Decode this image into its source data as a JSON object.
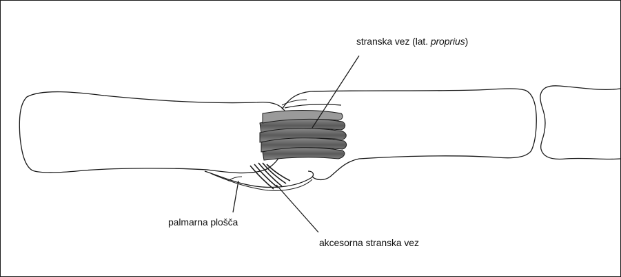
{
  "labels": {
    "collateral": {
      "prefix": "stranska vez (lat. ",
      "italic": "proprius",
      "suffix": ")"
    },
    "palmar_plate": "palmarna plošča",
    "accessory": "akcesorna stranska vez"
  },
  "colors": {
    "ink": "#1a1a1a",
    "ligament_shade": "#6e6e6e",
    "background": "#ffffff"
  }
}
